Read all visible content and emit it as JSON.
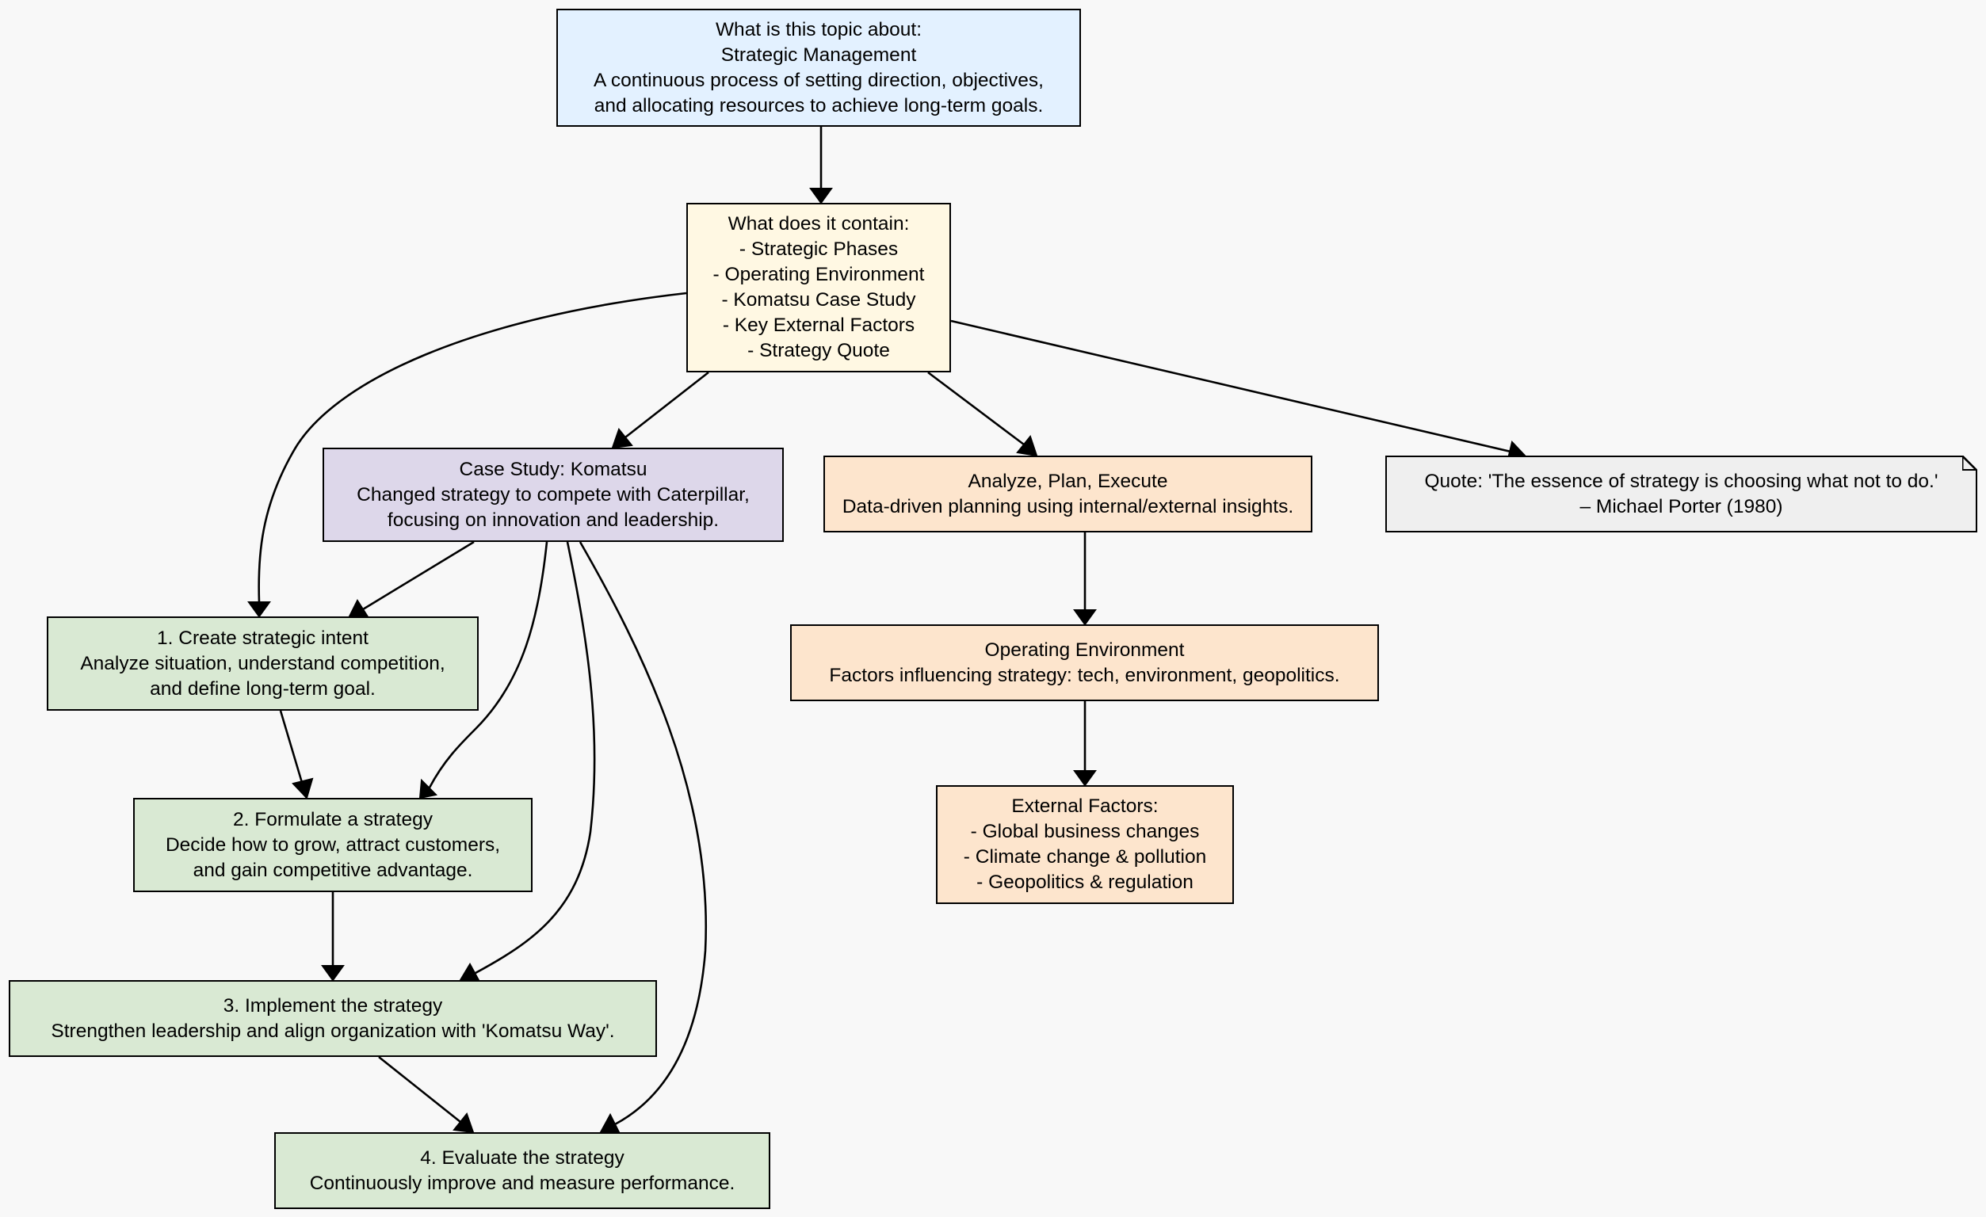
{
  "nodes": {
    "topic": {
      "lines": [
        "What is this topic about:",
        "Strategic Management",
        "A continuous process of setting direction, objectives,",
        "and allocating resources to achieve long-term goals."
      ]
    },
    "contents": {
      "lines": [
        "What does it contain:",
        "- Strategic Phases",
        "- Operating Environment",
        "- Komatsu Case Study",
        "- Key External Factors",
        "- Strategy Quote"
      ]
    },
    "case_study": {
      "lines": [
        "Case Study: Komatsu",
        "Changed strategy to compete with Caterpillar,",
        "focusing on innovation and leadership."
      ]
    },
    "analyze": {
      "lines": [
        "Analyze, Plan, Execute",
        "Data-driven planning using internal/external insights."
      ]
    },
    "quote": {
      "lines": [
        "Quote: 'The essence of strategy is choosing what not to do.'",
        "– Michael Porter (1980)"
      ]
    },
    "phase1": {
      "lines": [
        "1. Create strategic intent",
        "Analyze situation, understand competition,",
        "and define long-term goal."
      ]
    },
    "operating_env": {
      "lines": [
        "Operating Environment",
        "Factors influencing strategy: tech, environment, geopolitics."
      ]
    },
    "phase2": {
      "lines": [
        "2. Formulate a strategy",
        "Decide how to grow, attract customers,",
        "and gain competitive advantage."
      ]
    },
    "external_factors": {
      "lines": [
        "External Factors:",
        "- Global business changes",
        "- Climate change & pollution",
        "- Geopolitics & regulation"
      ]
    },
    "phase3": {
      "lines": [
        "3. Implement the strategy",
        "Strengthen leadership and align organization with 'Komatsu Way'."
      ]
    },
    "phase4": {
      "lines": [
        "4. Evaluate the strategy",
        "Continuously improve and measure performance."
      ]
    }
  },
  "edges": [
    {
      "from": "topic",
      "to": "contents"
    },
    {
      "from": "contents",
      "to": "case_study"
    },
    {
      "from": "contents",
      "to": "analyze"
    },
    {
      "from": "contents",
      "to": "quote"
    },
    {
      "from": "contents",
      "to": "phase1"
    },
    {
      "from": "case_study",
      "to": "phase1"
    },
    {
      "from": "case_study",
      "to": "phase2"
    },
    {
      "from": "case_study",
      "to": "phase3"
    },
    {
      "from": "case_study",
      "to": "phase4"
    },
    {
      "from": "phase1",
      "to": "phase2"
    },
    {
      "from": "phase2",
      "to": "phase3"
    },
    {
      "from": "phase3",
      "to": "phase4"
    },
    {
      "from": "analyze",
      "to": "operating_env"
    },
    {
      "from": "operating_env",
      "to": "external_factors"
    }
  ],
  "colors": {
    "background": "#f8f8f8",
    "topic_fill": "#e3f1ff",
    "contents_fill": "#fff8e3",
    "case_study_fill": "#ddd7ea",
    "phase_fill": "#d9e9d3",
    "environment_fill": "#fde5cd",
    "quote_fill": "#efefef",
    "stroke": "#000000"
  }
}
